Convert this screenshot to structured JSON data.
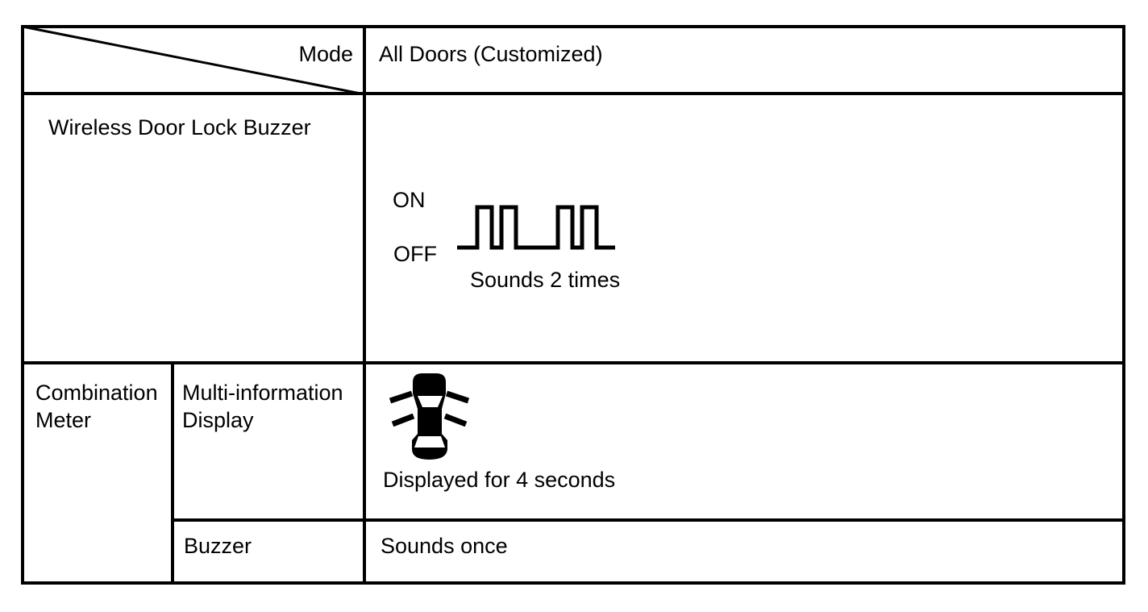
{
  "table": {
    "corner_label": "Mode",
    "header_value": "All Doors (Customized)",
    "buzzer_row": {
      "label": "Wireless Door Lock Buzzer",
      "waveform": {
        "on_label": "ON",
        "off_label": "OFF",
        "caption": "Sounds 2 times",
        "pulse_groups": 2,
        "pulses_per_group": 2
      }
    },
    "meter_rows": {
      "group_label": "Combination Meter",
      "display": {
        "label": "Multi-information Display",
        "icon": "car-door-ajar-icon",
        "value": "Displayed for 4 seconds"
      },
      "buzzer": {
        "label": "Buzzer",
        "value": "Sounds once"
      }
    }
  },
  "colors": {
    "background": "#ffffff",
    "line": "#000000",
    "text": "#000000"
  }
}
